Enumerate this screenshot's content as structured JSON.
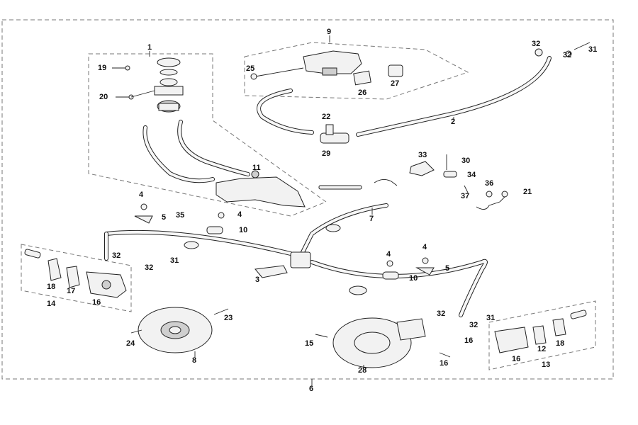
{
  "diagram": {
    "callouts": {
      "c1": "1",
      "c2": "2",
      "c3": "3",
      "c4a": "4",
      "c4b": "4",
      "c4c": "4",
      "c4d": "4",
      "c5a": "5",
      "c5b": "5",
      "c6": "6",
      "c7": "7",
      "c8": "8",
      "c9": "9",
      "c10a": "10",
      "c10b": "10",
      "c11": "11",
      "c12": "12",
      "c13": "13",
      "c14": "14",
      "c15": "15",
      "c16a": "16",
      "c16b": "16",
      "c16c": "16",
      "c16d": "16",
      "c17": "17",
      "c18a": "18",
      "c18b": "18",
      "c19": "19",
      "c20": "20",
      "c21": "21",
      "c22": "22",
      "c23": "23",
      "c24": "24",
      "c25": "25",
      "c26": "26",
      "c27": "27",
      "c28": "28",
      "c29": "29",
      "c30": "30",
      "c31a": "31",
      "c31b": "31",
      "c31c": "31",
      "c32a": "32",
      "c32b": "32",
      "c32c": "32",
      "c32d": "32",
      "c32e": "32",
      "c32f": "32",
      "c33": "33",
      "c34": "34",
      "c35": "35",
      "c36": "36",
      "c37": "37"
    }
  }
}
